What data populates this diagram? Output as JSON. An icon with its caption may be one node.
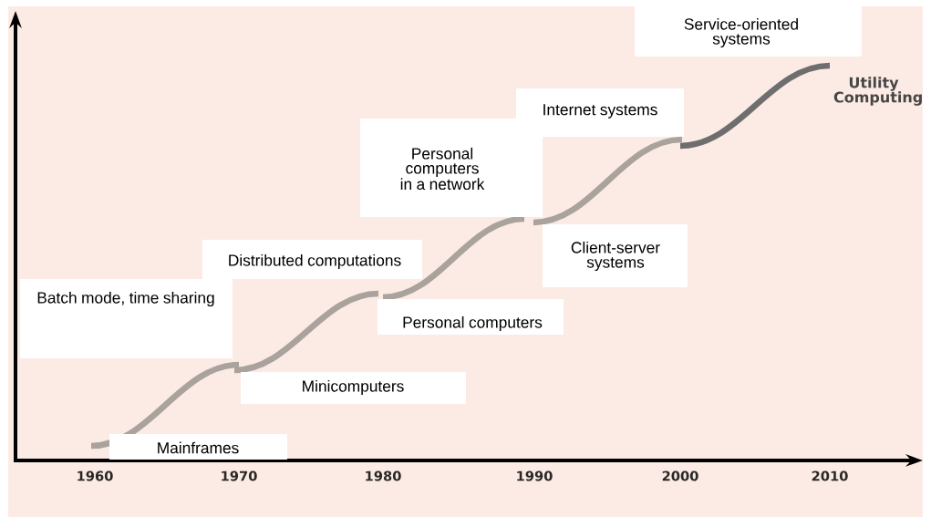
{
  "diagram": {
    "nodes": [
      {
        "text": [
          "Mainframes"
        ]
      },
      {
        "text": [
          "Batch mode, time sharing"
        ]
      },
      {
        "text": [
          "Minicomputers"
        ]
      },
      {
        "text": [
          "Distributed computations"
        ]
      },
      {
        "text": [
          "Personal computers"
        ]
      },
      {
        "text": [
          "Personal computers in a network"
        ]
      },
      {
        "text": [
          "Client-server systems"
        ]
      },
      {
        "text": [
          "Internet systems"
        ]
      },
      {
        "text": [
          "Service-oriented systems"
        ]
      }
    ],
    "labels": [
      "Utility Computing",
      "1960",
      "1970",
      "1980",
      "1990",
      "2000",
      "2010"
    ]
  }
}
